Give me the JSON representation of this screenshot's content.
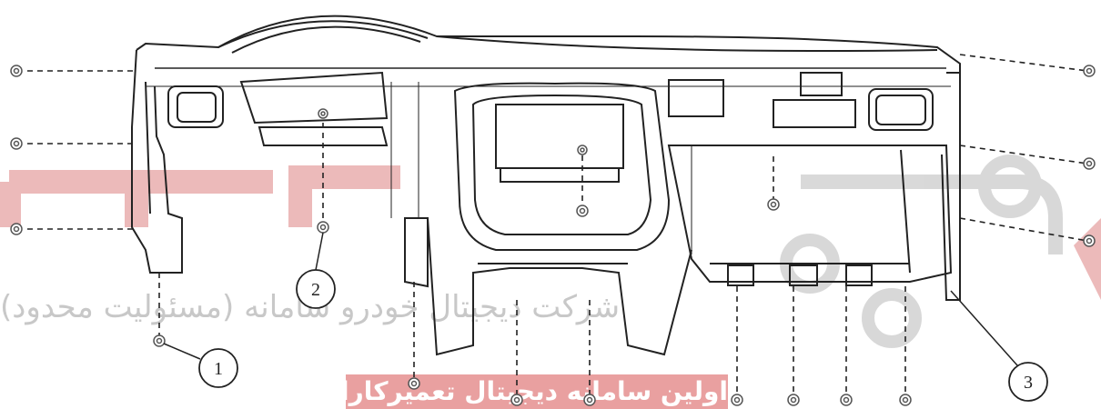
{
  "watermark": {
    "logo_color": "#e6a3a3",
    "line1": "شرکت دیجیتال خودرو سامانه (مسئولیت محدود)",
    "line2": "اولین سامانه دیجیتال تعمیرکاران خودرو در ایران"
  },
  "callouts": [
    {
      "id": "callout-1",
      "label": "1"
    },
    {
      "id": "callout-2",
      "label": "2"
    },
    {
      "id": "callout-3",
      "label": "3"
    }
  ],
  "colors": {
    "line": "#222222",
    "fastener": "#555555"
  }
}
